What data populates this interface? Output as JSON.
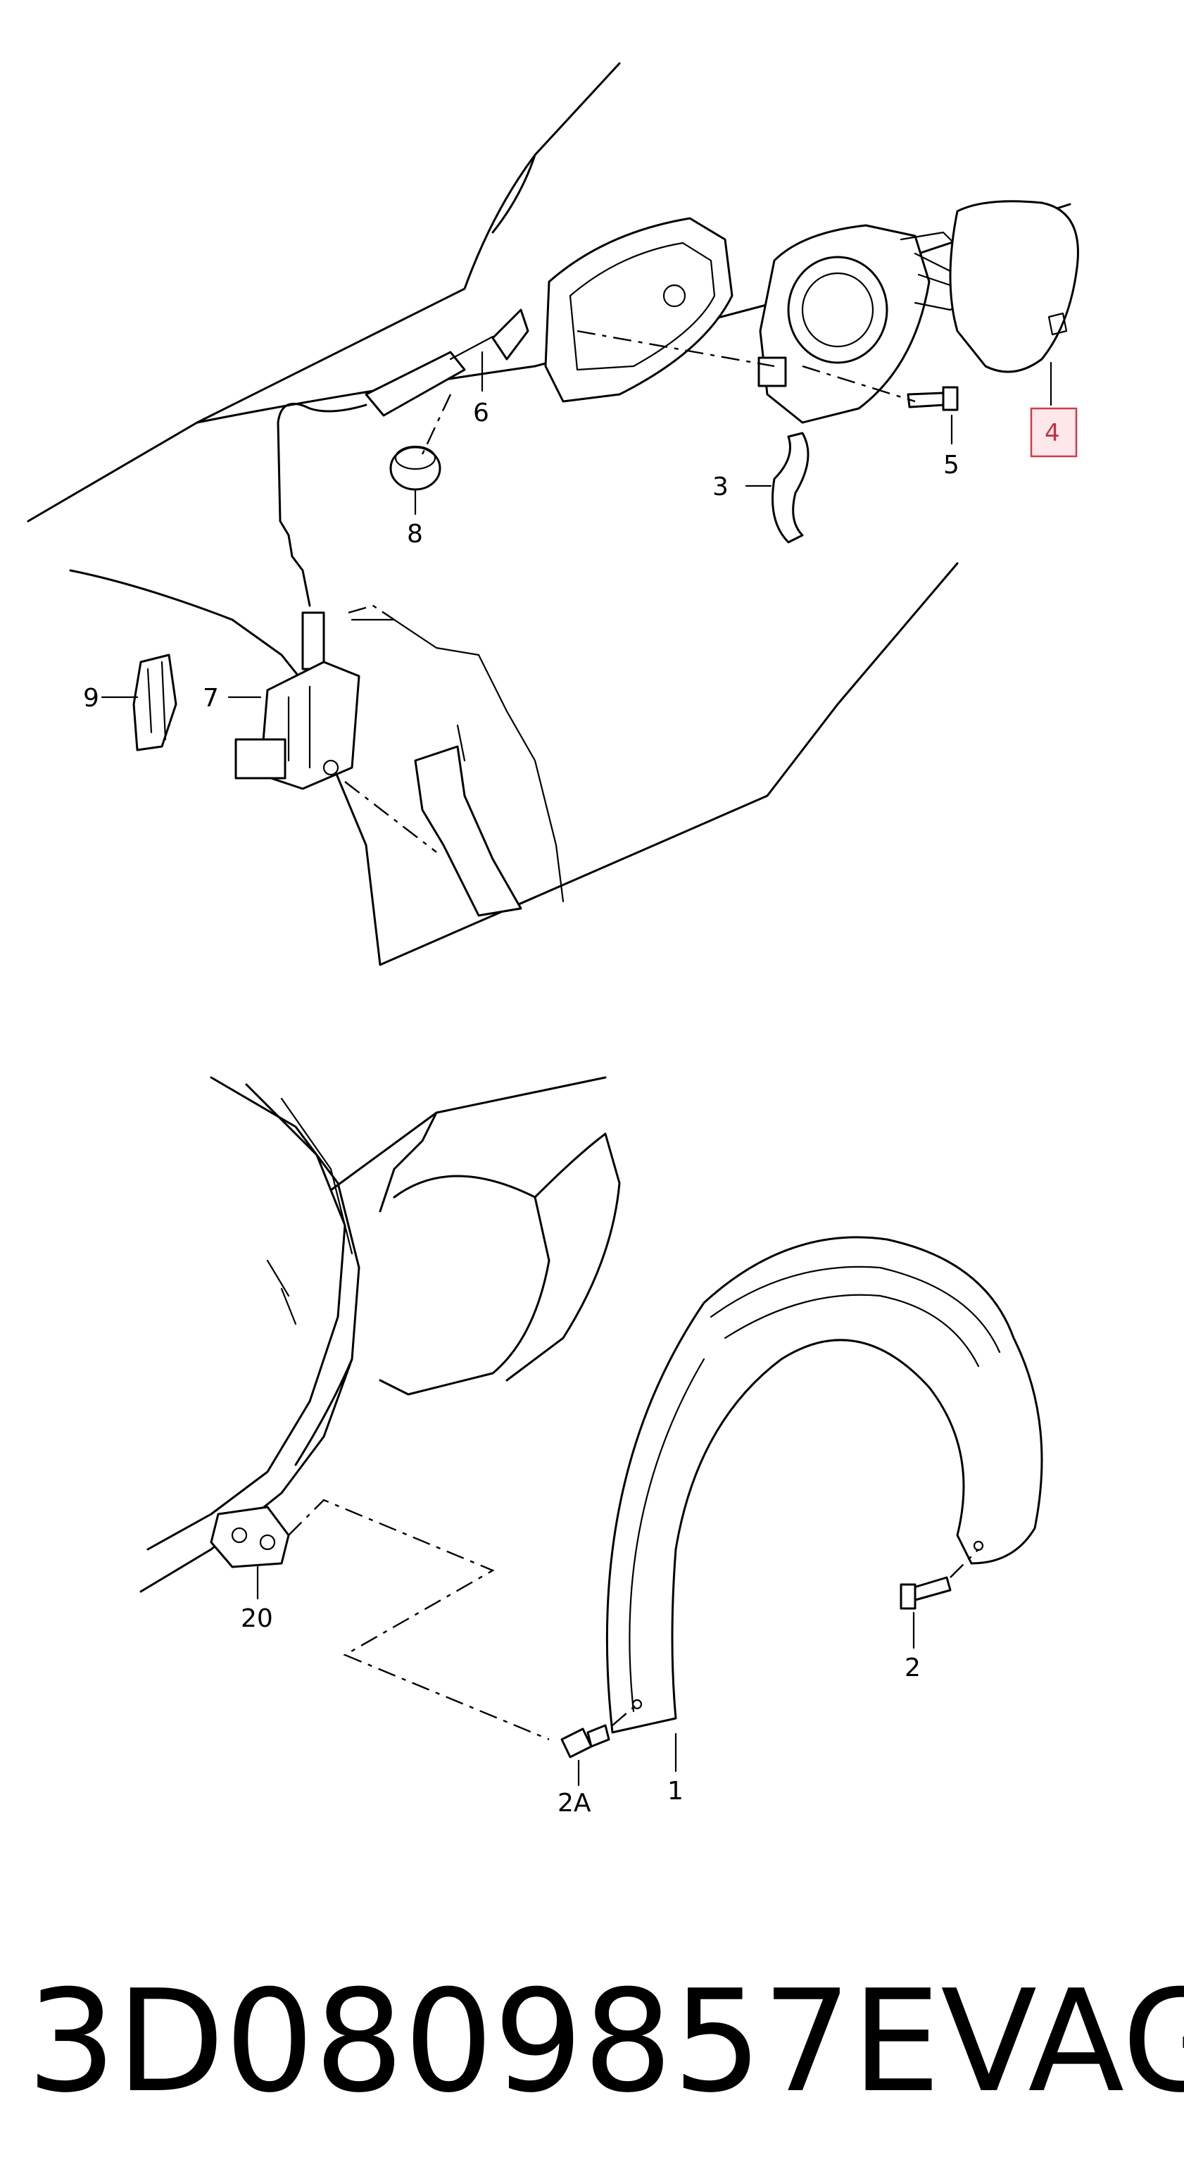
{
  "callouts": {
    "c1": "1",
    "c2": "2",
    "c2a": "2A",
    "c3": "3",
    "c4": "4",
    "c5": "5",
    "c6": "6",
    "c7": "7",
    "c8": "8",
    "c9": "9",
    "c20": "20"
  },
  "highlighted_callout": "4",
  "colors": {
    "highlight_border": "#d03a4a",
    "highlight_fill": "#fde7ea",
    "line": "#000000"
  },
  "footer": {
    "part_number": "3D0809857E",
    "brand": "VAG"
  }
}
